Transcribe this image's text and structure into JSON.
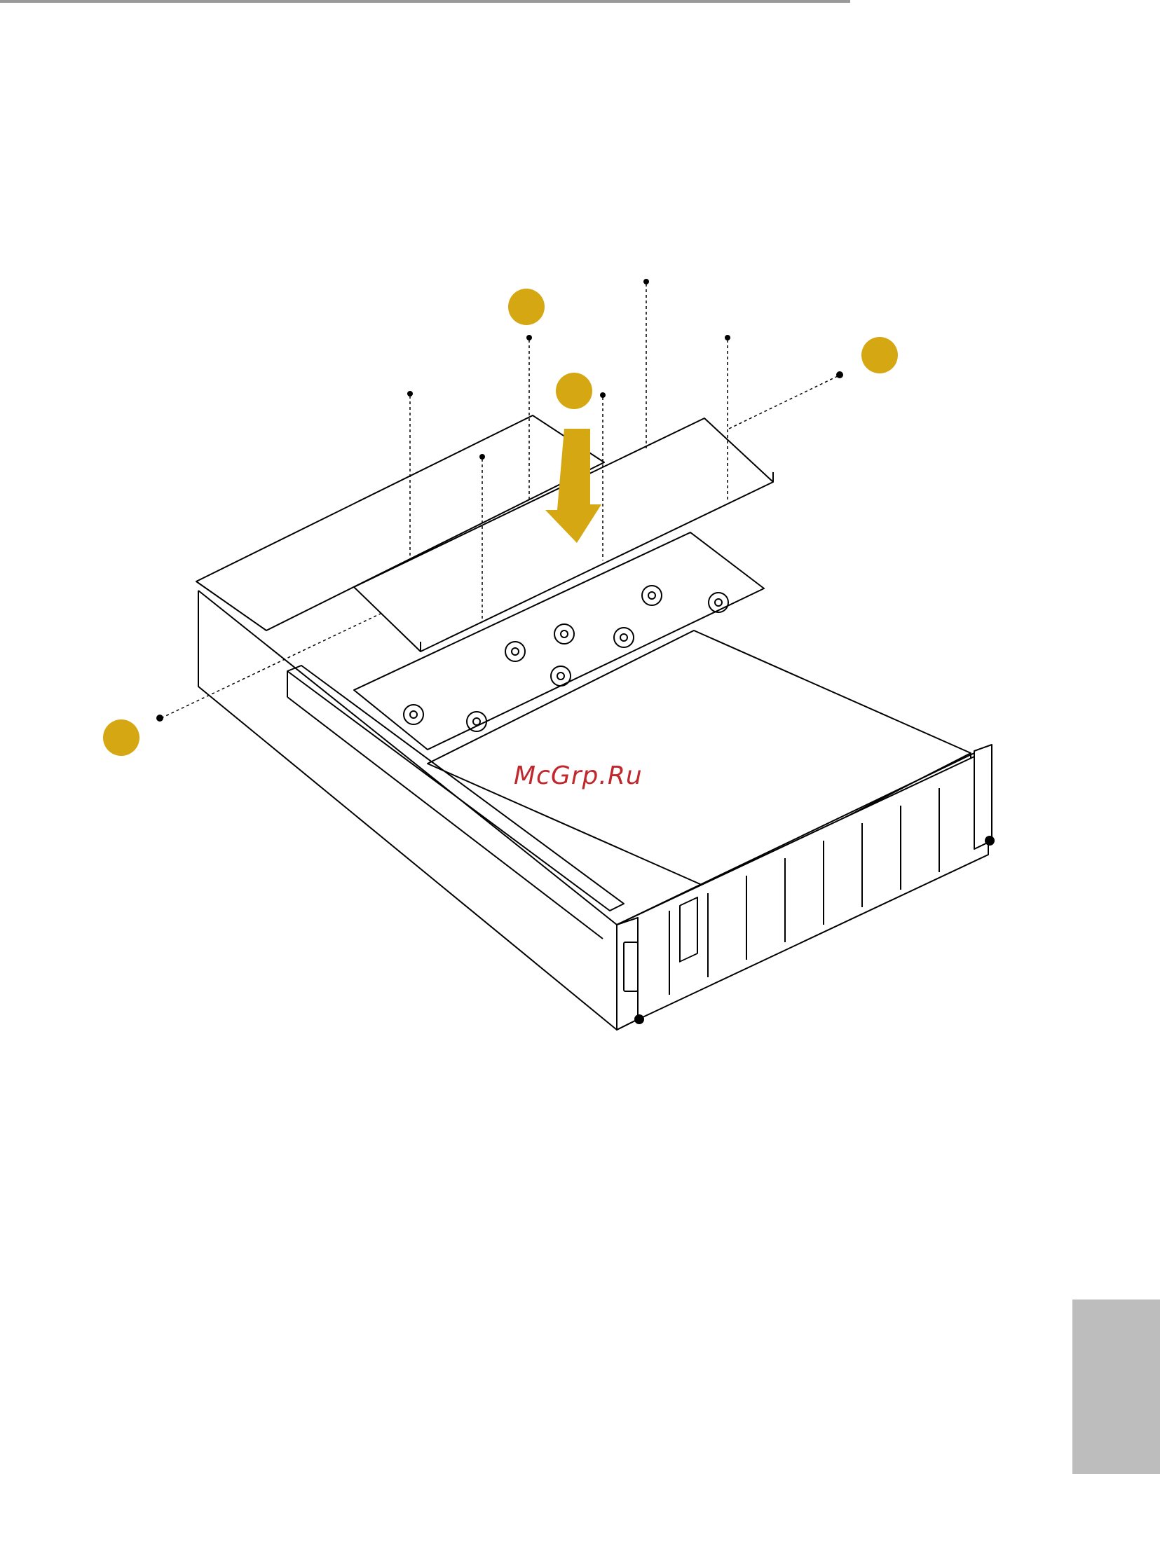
{
  "page": {
    "watermark": "McGrp.Ru"
  },
  "colors": {
    "accent": "#d4a713",
    "line": "#000000",
    "tab": "#bdbdbd",
    "rule": "#9a9a9a",
    "watermark": "#c0282d"
  },
  "icons": {
    "step_markers": [
      "step-marker-1",
      "step-marker-2",
      "step-marker-3",
      "step-marker-4"
    ],
    "arrow": "down-arrow-icon"
  }
}
